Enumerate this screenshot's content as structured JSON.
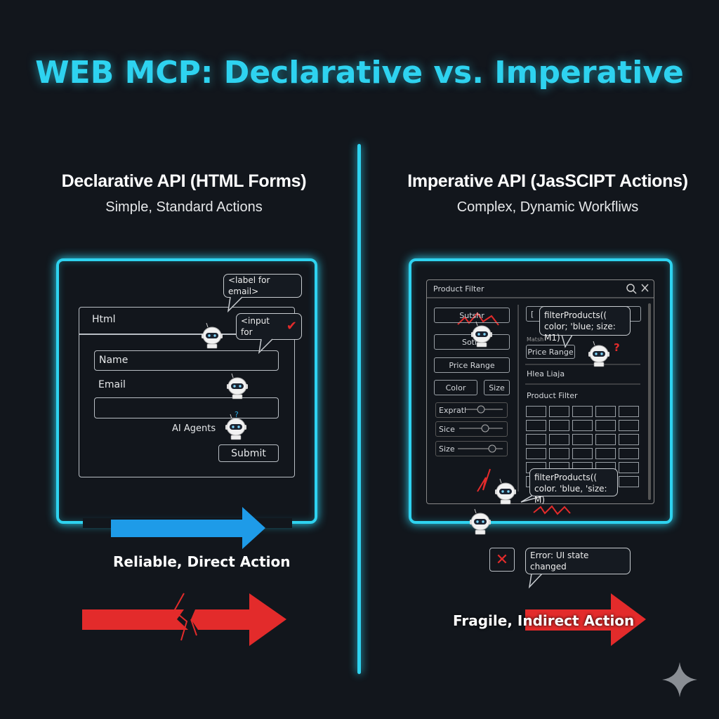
{
  "title": "WEB MCP: Declarative vs. Imperative",
  "left": {
    "heading": "Declarative API (HTML Forms)",
    "subheading": "Simple, Standard Actions",
    "form": {
      "header": "Html",
      "name_placeholder": "Name",
      "email_label": "Email",
      "agents_label": "AI Agents",
      "submit_label": "Submit"
    },
    "bubbles": {
      "label": "<label for email>",
      "input": "<input for"
    },
    "arrow_label": "Reliable, Direct Action",
    "colors": {
      "arrow_good": "#1e9be8",
      "arrow_bad": "#e32b2b"
    }
  },
  "right": {
    "heading": "Imperative API (JasSCIPT Actions)",
    "subheading": "Complex, Dynamic Workfliws",
    "window": {
      "title": "Product Filter",
      "left_buttons": [
        "Sutshr",
        "Sotin",
        "Price Range",
        "Color",
        "Size"
      ],
      "sliders": [
        {
          "label": "Expratl",
          "value": 0.5
        },
        {
          "label": "Sice",
          "value": 0.6
        },
        {
          "label": "Size",
          "value": 0.75
        }
      ],
      "right_items": {
        "top": "[",
        "small": "Matsh",
        "price": "Price Range",
        "list": "Hlea Liaja",
        "grid_title": "Product Filter"
      }
    },
    "bubbles": {
      "call1": "filterProducts(( color; 'blue; size: M1)",
      "call2": "filterProducts(( color. 'blue, 'size: M)"
    },
    "error": "Error: UI state changed",
    "arrow_label": "Fragile, Indirect Action"
  },
  "icons": [
    "robot-icon",
    "checkmark-icon",
    "error-x-icon",
    "search-icon",
    "close-icon",
    "sparkle-icon"
  ]
}
